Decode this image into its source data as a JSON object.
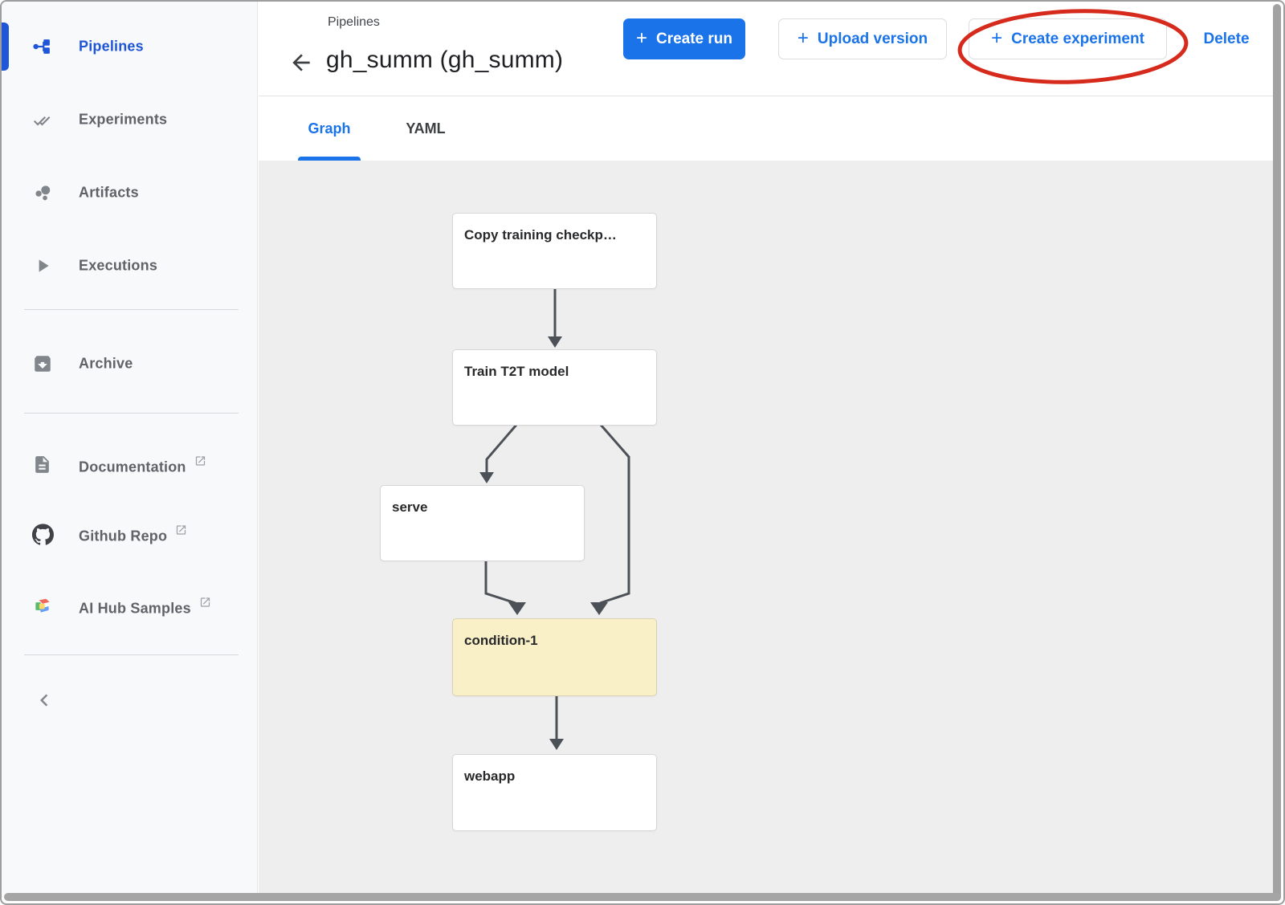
{
  "sidebar": {
    "items": [
      {
        "label": "Pipelines",
        "active": true
      },
      {
        "label": "Experiments"
      },
      {
        "label": "Artifacts"
      },
      {
        "label": "Executions"
      },
      {
        "label": "Archive"
      },
      {
        "label": "Documentation",
        "external": true
      },
      {
        "label": "Github Repo",
        "external": true
      },
      {
        "label": "AI Hub Samples",
        "external": true
      }
    ]
  },
  "header": {
    "breadcrumb": "Pipelines",
    "title": "gh_summ (gh_summ)",
    "plus": "+",
    "create_run": "Create run",
    "upload_version": "Upload version",
    "create_experiment": "Create experiment",
    "delete": "Delete"
  },
  "tabs": {
    "graph": "Graph",
    "yaml": "YAML"
  },
  "graph": {
    "nodes": [
      {
        "label": "Copy training checkp…",
        "type": "task"
      },
      {
        "label": "Train T2T model",
        "type": "task"
      },
      {
        "label": "serve",
        "type": "task"
      },
      {
        "label": "condition-1",
        "type": "condition"
      },
      {
        "label": "webapp",
        "type": "task"
      }
    ],
    "edges": [
      {
        "from": "Copy training checkp…",
        "to": "Train T2T model"
      },
      {
        "from": "Train T2T model",
        "to": "serve"
      },
      {
        "from": "Train T2T model",
        "to": "condition-1"
      },
      {
        "from": "serve",
        "to": "condition-1"
      },
      {
        "from": "condition-1",
        "to": "webapp"
      }
    ]
  },
  "colors": {
    "primary_blue": "#1a73e8",
    "sidebar_active_blue": "#1f56d8",
    "condition_node_bg": "#faf0c8",
    "annotation_red": "#d62b1c",
    "canvas_bg": "#eeeeee",
    "edge_gray": "#4c5158"
  }
}
